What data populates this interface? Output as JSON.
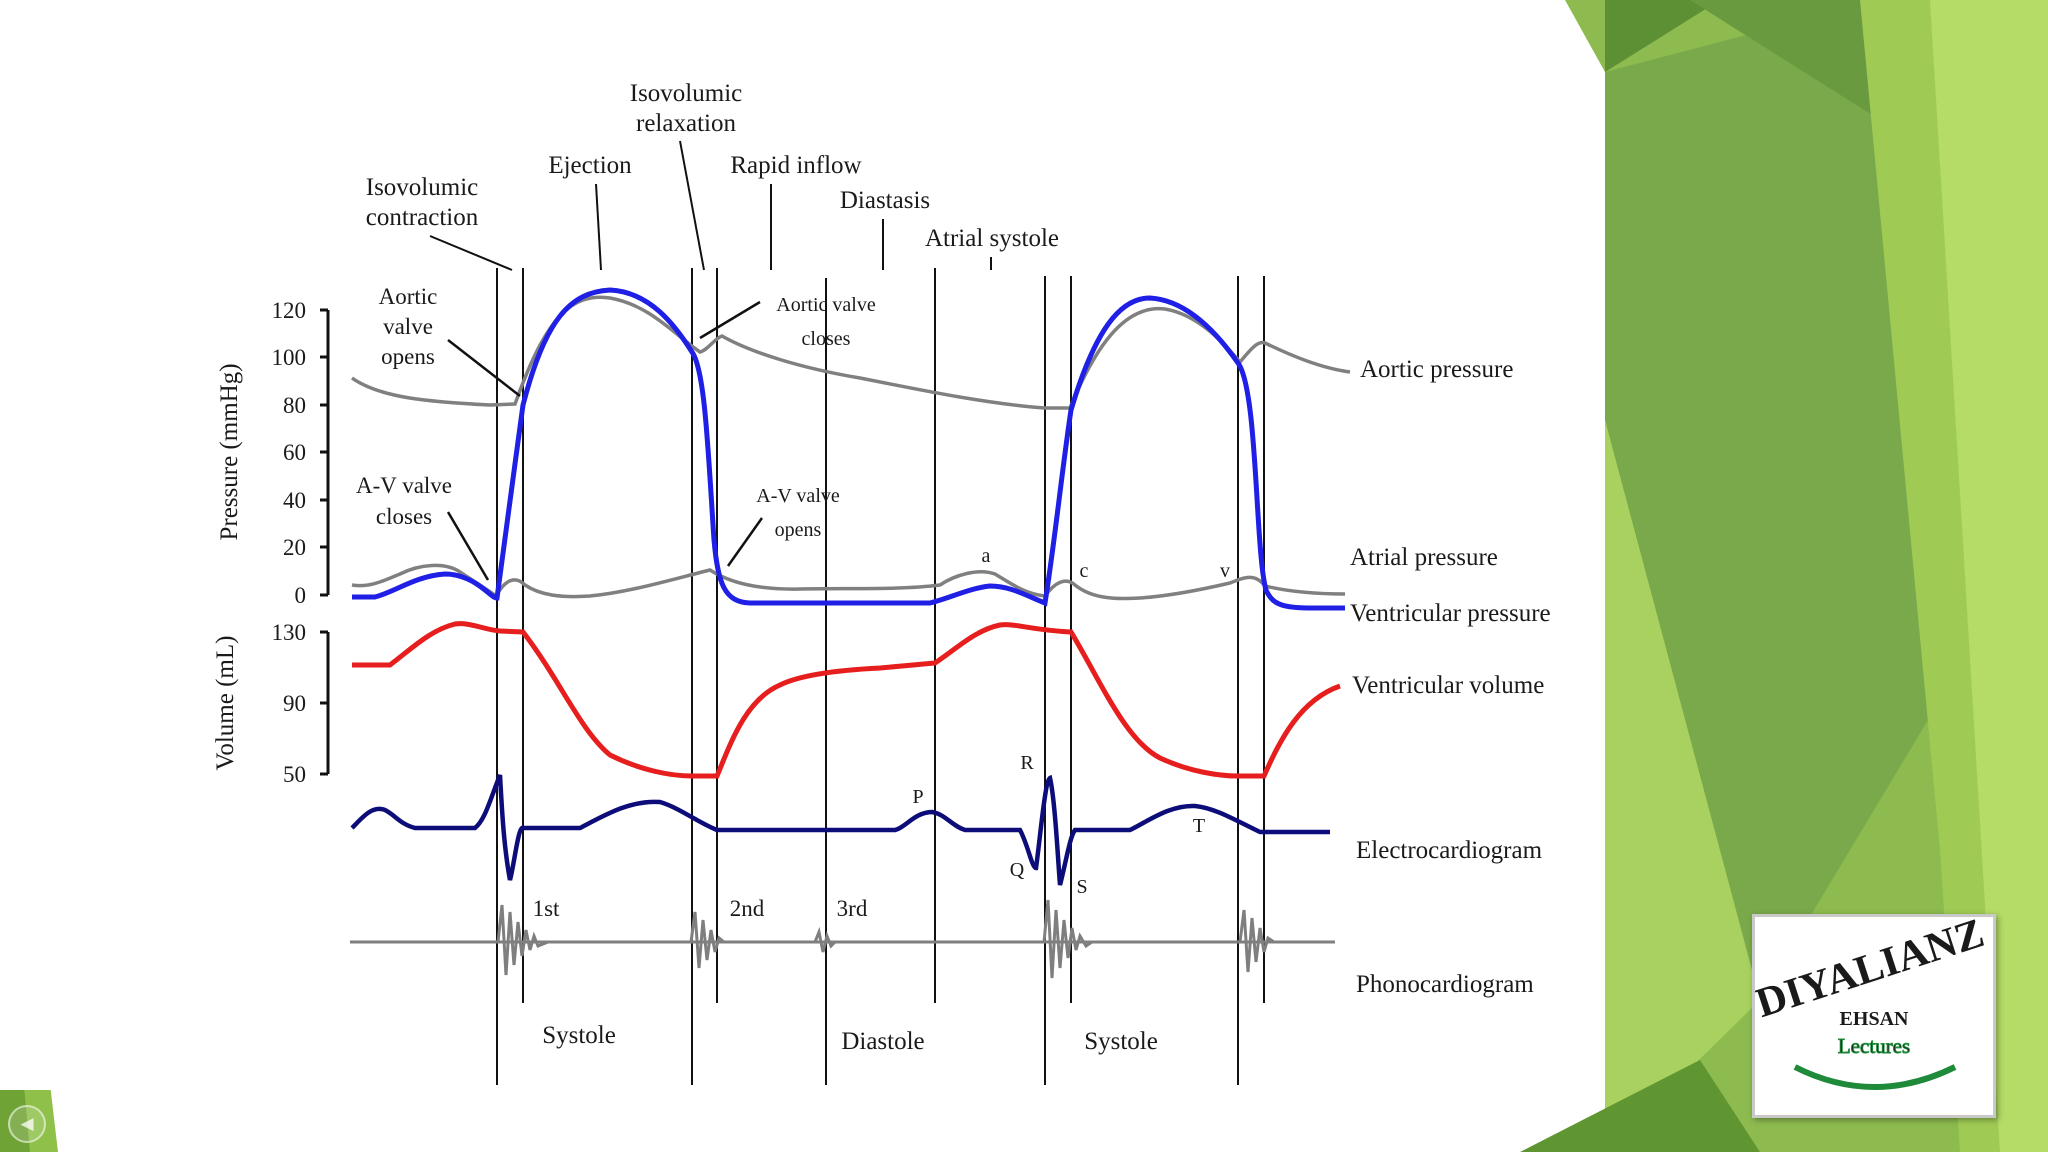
{
  "diagram": {
    "phases": {
      "isovolumic_contraction": [
        "Isovolumic",
        "contraction"
      ],
      "ejection": "Ejection",
      "isovolumic_relaxation": [
        "Isovolumic",
        "relaxation"
      ],
      "rapid_inflow": "Rapid inflow",
      "diastasis": "Diastasis",
      "atrial_systole": "Atrial systole"
    },
    "annotations": {
      "aortic_valve_opens": [
        "Aortic",
        "valve",
        "opens"
      ],
      "av_valve_closes": [
        "A-V valve",
        "closes"
      ],
      "aortic_valve_closes": [
        "Aortic valve",
        "closes"
      ],
      "av_valve_opens": [
        "A-V valve",
        "opens"
      ]
    },
    "wave_labels": {
      "a": "a",
      "c": "c",
      "v": "v"
    },
    "pressure_axis": {
      "label": "Pressure (mmHg)",
      "ticks": [
        "120",
        "100",
        "80",
        "60",
        "40",
        "20",
        "0"
      ]
    },
    "volume_axis": {
      "label": "Volume (mL)",
      "ticks": [
        "130",
        "90",
        "50"
      ]
    },
    "traces": {
      "aortic_pressure": "Aortic pressure",
      "atrial_pressure": "Atrial pressure",
      "ventricular_pressure": "Ventricular pressure",
      "ventricular_volume": "Ventricular volume",
      "electrocardiogram": "Electrocardiogram",
      "phonocardiogram": "Phonocardiogram"
    },
    "ecg_labels": {
      "p": "P",
      "r": "R",
      "q": "Q",
      "s": "S",
      "t": "T"
    },
    "heart_sounds": {
      "first": "1st",
      "second": "2nd",
      "third": "3rd"
    },
    "periods": {
      "systole_1": "Systole",
      "diastole": "Diastole",
      "systole_2": "Systole"
    },
    "colors": {
      "aortic_pressure": "#808080",
      "ventricular_pressure": "#1f1fe6",
      "ventricular_volume": "#e61e1e",
      "electrocardiogram": "#0d0d7a",
      "phonocardiogram": "#7f7f7f"
    }
  },
  "logo": {
    "top": "DIYALIANZ",
    "name": "EHSAN",
    "sub": "Lectures"
  },
  "toolbar": {
    "icons": [
      "previous-icon",
      "next-icon",
      "pen-icon",
      "slides-icon",
      "zoom-icon",
      "more-icon"
    ]
  }
}
